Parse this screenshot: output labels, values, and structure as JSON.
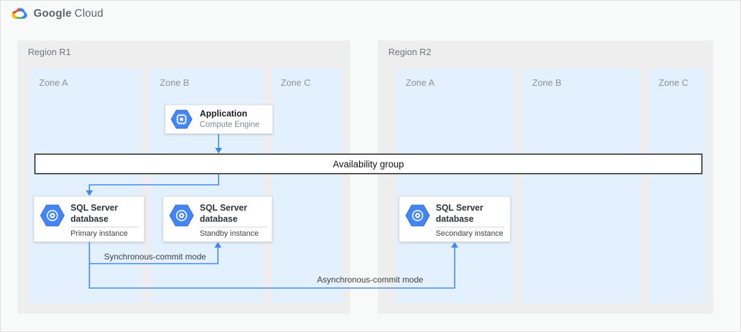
{
  "header": {
    "brand": {
      "google": "Google",
      "cloud": "Cloud"
    }
  },
  "regions": [
    {
      "label": "Region R1",
      "zones": [
        "Zone A",
        "Zone B",
        "Zone C"
      ]
    },
    {
      "label": "Region R2",
      "zones": [
        "Zone A",
        "Zone B",
        "Zone C"
      ]
    }
  ],
  "nodes": {
    "application": {
      "title": "Application",
      "subtitle": "Compute Engine",
      "icon": "compute-engine-icon"
    },
    "availability_group": {
      "label": "Availability group"
    },
    "databases": {
      "primary": {
        "title": "SQL Server database",
        "instance": "Primary instance",
        "icon": "sql-server-icon"
      },
      "standby": {
        "title": "SQL Server database",
        "instance": "Standby instance",
        "icon": "sql-server-icon"
      },
      "secondary": {
        "title": "SQL Server database",
        "instance": "Secondary instance",
        "icon": "sql-server-icon"
      }
    }
  },
  "connections": {
    "sync_label": "Synchronous-commit mode",
    "async_label": "Asynchronous-commit mode"
  },
  "colors": {
    "arrow_blue": "#4285f4",
    "zone_fill": "#e2f1fd",
    "region_fill": "#eeeeee",
    "icon_hexagon": "#4285f4",
    "google_blue": "#4285f4",
    "google_red": "#ea4335",
    "google_yellow": "#fbbc05",
    "google_green": "#34a853"
  }
}
